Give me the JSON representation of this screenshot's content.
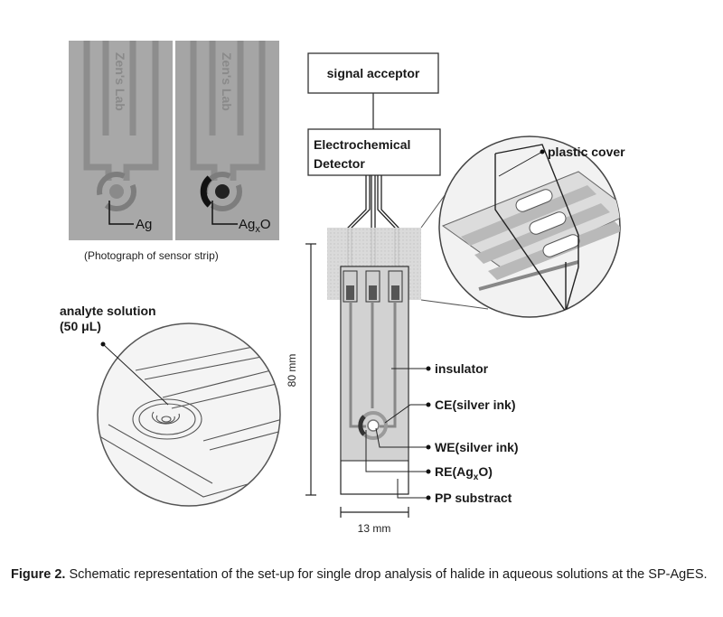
{
  "photos": {
    "left_label": "Ag",
    "right_label_base": "Ag",
    "right_label_sub": "x",
    "right_label_tail": "O",
    "strip_text": "Zen's Lab",
    "caption": "(Photograph of sensor strip)"
  },
  "boxes": {
    "signal_acceptor": "signal acceptor",
    "detector_line1": "Electrochemical",
    "detector_line2": "Detector"
  },
  "labels": {
    "plastic_cover": "plastic cover",
    "analyte_line1": "analyte solution",
    "analyte_line2": "(50 μL)",
    "insulator": "insulator",
    "ce": "CE(silver ink)",
    "we": "WE(silver ink)",
    "re_base": "RE(Ag",
    "re_sub": "x",
    "re_tail": "O)",
    "pp": "PP substract"
  },
  "dimensions": {
    "height": "80 mm",
    "width": "13 mm"
  },
  "figure_caption": {
    "prefix": "Figure 2.",
    "text": " Schematic representation of the set-up for single drop analysis of halide in aqueous solutions at the SP-AgES."
  }
}
